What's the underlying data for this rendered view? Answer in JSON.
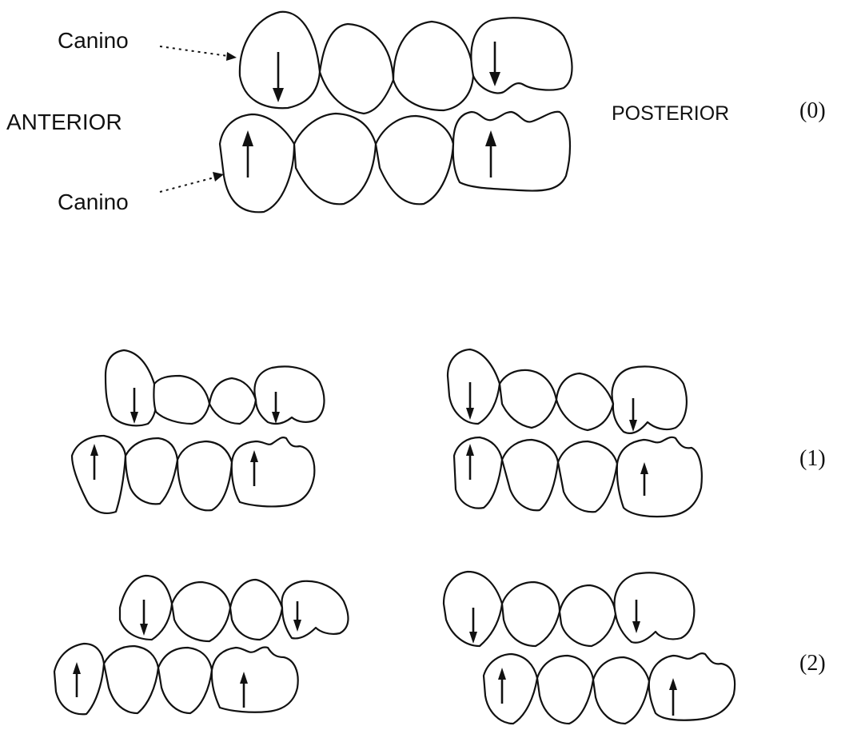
{
  "labels": {
    "canine_upper": "Canino",
    "canine_lower": "Canino",
    "anterior": "ANTERIOR",
    "posterior": "POSTERIOR",
    "fig0": "(0)",
    "fig1": "(1)",
    "fig2": "(2)"
  }
}
